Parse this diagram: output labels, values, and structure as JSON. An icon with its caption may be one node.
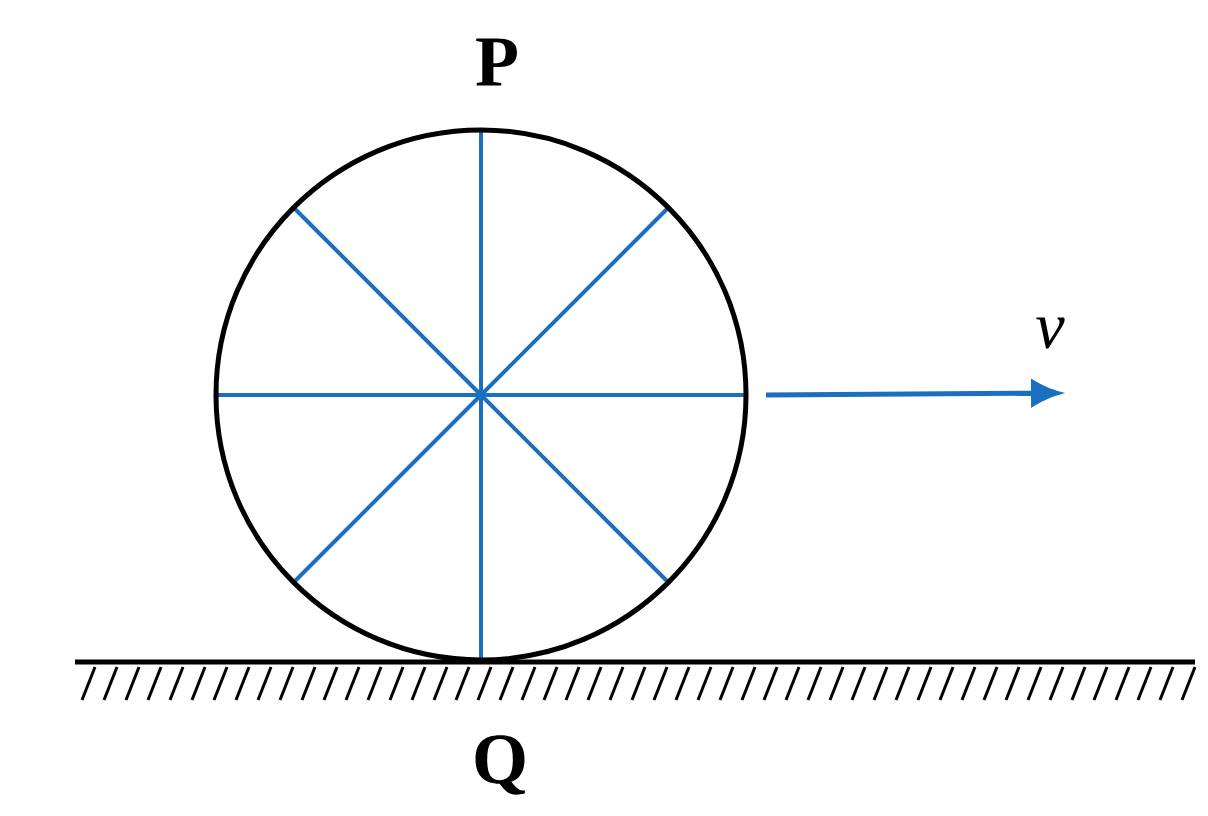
{
  "diagram": {
    "labels": [
      "P",
      "v",
      "Q"
    ]
  }
}
